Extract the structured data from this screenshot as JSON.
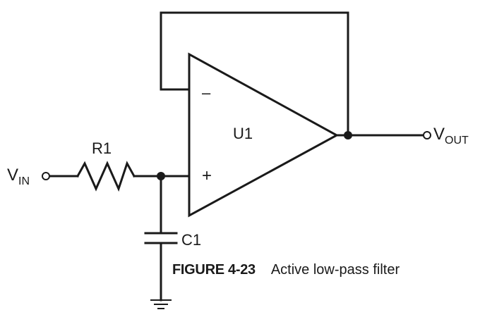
{
  "figure": {
    "number": "FIGURE 4-23",
    "title": "Active low-pass filter"
  },
  "components": {
    "opamp": {
      "label": "U1",
      "inverting_sign": "–",
      "noninverting_sign": "+"
    },
    "resistor": {
      "label": "R1"
    },
    "capacitor": {
      "label": "C1"
    }
  },
  "ports": {
    "input": {
      "main": "V",
      "sub": "IN"
    },
    "output": {
      "main": "V",
      "sub": "OUT"
    }
  },
  "colors": {
    "ink": "#1a1a1a",
    "background": "#ffffff"
  }
}
